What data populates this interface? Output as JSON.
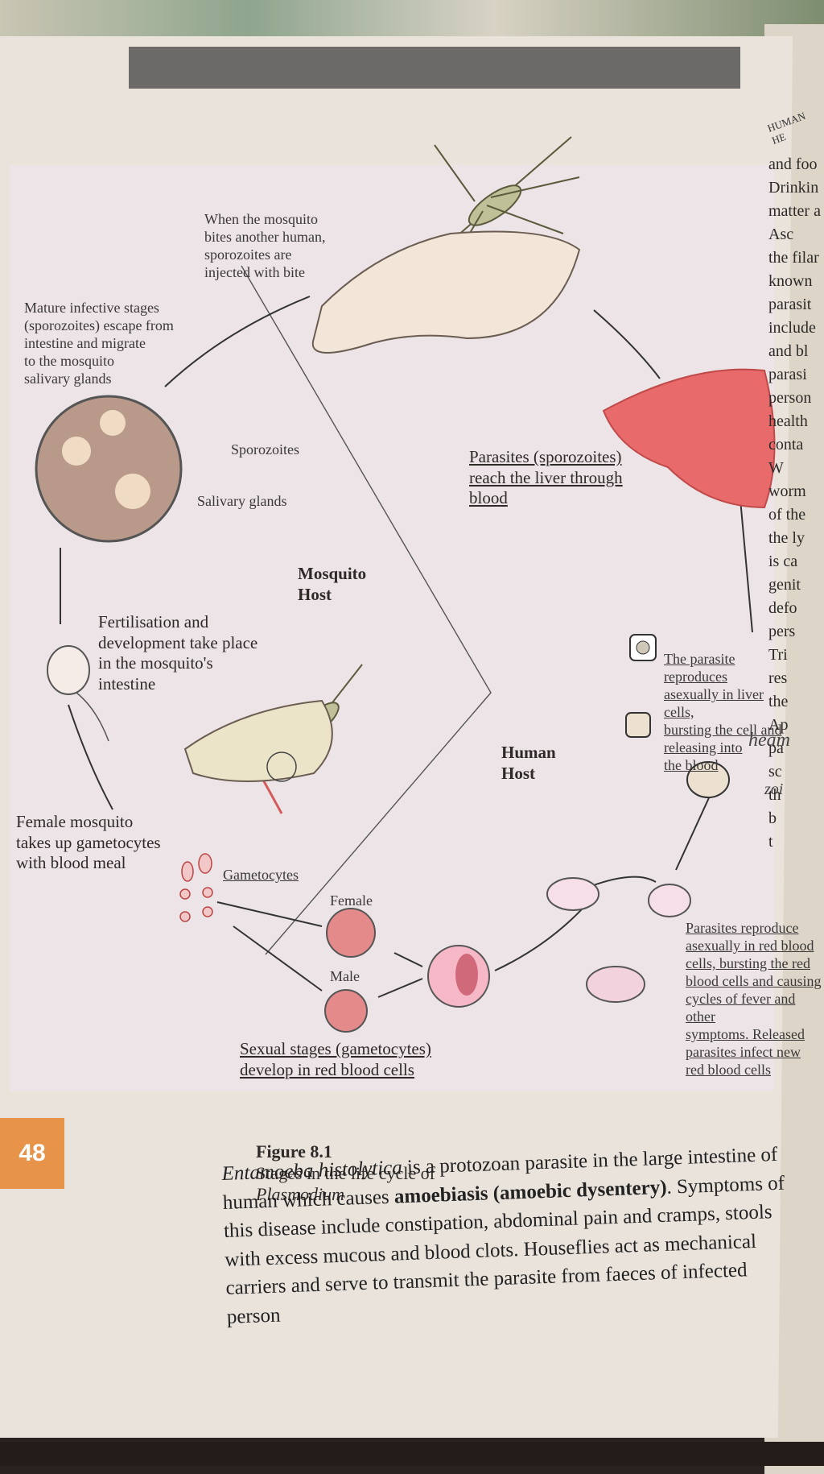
{
  "figure": {
    "bite_text": "When the mosquito\nbites another human,\nsporozoites are\ninjected with bite",
    "mature_stages": "Mature infective stages\n(sporozoites) escape from\nintestine and migrate\nto the mosquito\nsalivary glands",
    "sporozoites": "Sporozoites",
    "salivary_glands": "Salivary glands",
    "liver_text": "Parasites (sporozoites)\nreach the liver through\nblood",
    "mosquito_host": "Mosquito\nHost",
    "fertilisation": "Fertilisation and\ndevelopment take place\nin the mosquito's\nintestine",
    "liver_repro": "The parasite reproduces\nasexually in liver cells,\nbursting the cell and\nreleasing into\nthe blood",
    "human_host": "Human\nHost",
    "female_mosquito": "Female mosquito\ntakes up gametocytes\nwith blood meal",
    "gametocytes": "Gametocytes",
    "female": "Female",
    "male": "Male",
    "rbc_repro": "Parasites reproduce\nasexually in red blood\ncells, bursting the red\nblood cells and causing\ncycles of fever and other\nsymptoms. Released\nparasites infect new\nred blood cells",
    "sexual_stages": "Sexual stages (gametocytes)\ndevelop in red blood cells",
    "handwritten_1": "heam",
    "handwritten_2": "zoi"
  },
  "page_number": "48",
  "caption": {
    "label": "Figure 8.1",
    "text": "Stages in the life cycle of",
    "italic": "Plasmodium"
  },
  "body": {
    "species": "Entamoeba histolytica",
    "p1": " is a protozoan parasite in the large intestine of human which causes ",
    "disease": "amoebiasis (amoebic dysentery)",
    "p2": ". Symptoms of this disease include constipation, abdominal pain and cramps, stools with excess mucous and blood clots. Houseflies act as mechanical carriers and serve to transmit the parasite from faeces of infected person"
  },
  "right_page": {
    "header": "HUMAN HE",
    "lines": [
      "and foo",
      "Drinkin",
      "matter a",
      "Asc",
      "the filar",
      "known",
      "parasit",
      "include",
      "and bl",
      "parasi",
      "person",
      "health",
      "conta",
      "W",
      "worm",
      "of the",
      "the ly",
      "is ca",
      "genit",
      "defo",
      "pers",
      "Tri",
      "res",
      "the",
      "Ap",
      "pa",
      "sc",
      "th",
      "b",
      "t"
    ]
  }
}
